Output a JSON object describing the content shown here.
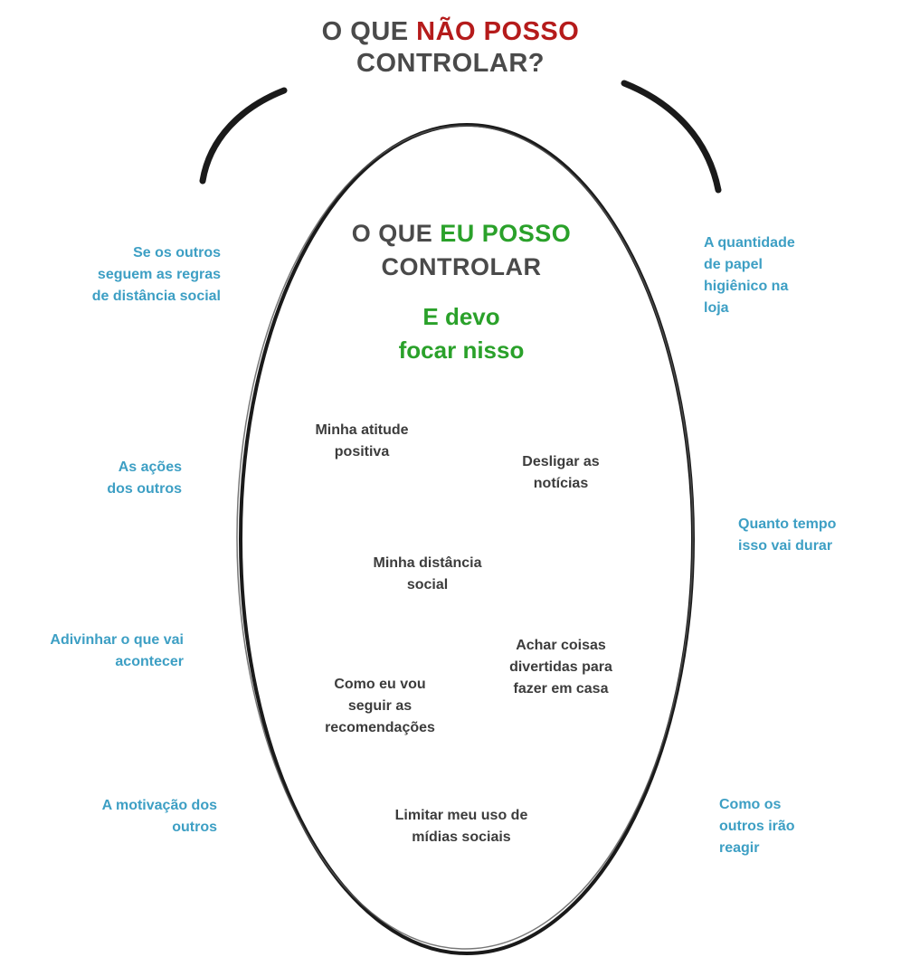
{
  "outer_title": {
    "prefix": "O QUE ",
    "highlight": "NÃO POSSO",
    "line2": "CONTROLAR?"
  },
  "inner_title": {
    "prefix": "O QUE ",
    "highlight": "EU POSSO",
    "line2": "CONTROLAR"
  },
  "focus_text": {
    "line1": "E devo",
    "line2": "focar nisso"
  },
  "inside_items": [
    {
      "lines": [
        "Minha atitude",
        "positiva"
      ]
    },
    {
      "lines": [
        "Desligar as",
        "notícias"
      ]
    },
    {
      "lines": [
        "Minha distância",
        "social"
      ]
    },
    {
      "lines": [
        "Achar coisas",
        "divertidas para",
        "fazer em casa"
      ]
    },
    {
      "lines": [
        "Como eu vou",
        "seguir as",
        "recomendações"
      ]
    },
    {
      "lines": [
        "Limitar meu uso de",
        "mídias sociais"
      ]
    }
  ],
  "outside_left": [
    {
      "lines": [
        "Se os outros",
        "seguem as regras",
        "de distância social"
      ]
    },
    {
      "lines": [
        "As ações",
        "dos outros"
      ]
    },
    {
      "lines": [
        "Adivinhar o que vai",
        "acontecer"
      ]
    },
    {
      "lines": [
        "A motivação dos",
        "outros"
      ]
    }
  ],
  "outside_right": [
    {
      "lines": [
        "A quantidade",
        "de papel",
        "higiênico na",
        "loja"
      ]
    },
    {
      "lines": [
        "Quanto tempo",
        "isso vai durar"
      ]
    },
    {
      "lines": [
        "Como os",
        "outros irão",
        "reagir"
      ]
    }
  ],
  "colors": {
    "title_gray": "#4a4a4a",
    "red_accent": "#b51b1b",
    "green_accent": "#2aa12a",
    "outside_blue": "#3d9fc4",
    "stroke": "#1a1a1a"
  }
}
